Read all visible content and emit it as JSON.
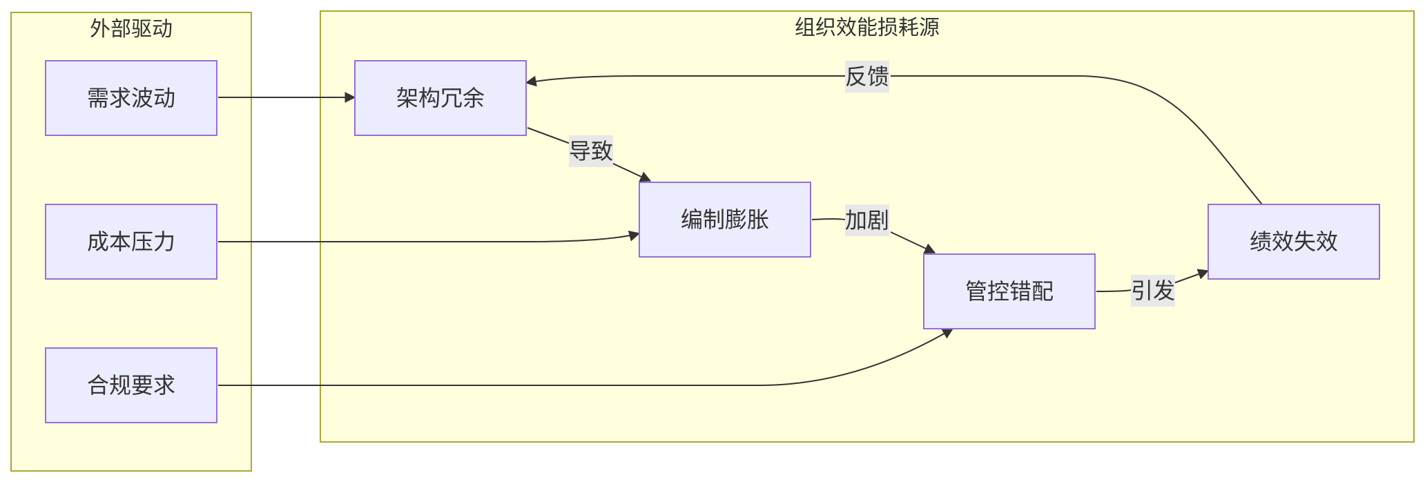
{
  "clusters": {
    "external": {
      "title": "外部驱动"
    },
    "org": {
      "title": "组织效能损耗源"
    }
  },
  "nodes": {
    "demand": "需求波动",
    "cost": "成本压力",
    "compliance": "合规要求",
    "arch": "架构冗余",
    "staff": "编制膨胀",
    "control": "管控错配",
    "perf": "绩效失效"
  },
  "edges": {
    "lead": "导致",
    "worsen": "加剧",
    "trigger": "引发",
    "feedback": "反馈"
  },
  "colors": {
    "cluster_fill": "#ffffde",
    "cluster_stroke": "#aaaa33",
    "node_fill": "#ececff",
    "node_stroke": "#9370db",
    "edge": "#333333",
    "label_bg": "#e8e8e8"
  }
}
